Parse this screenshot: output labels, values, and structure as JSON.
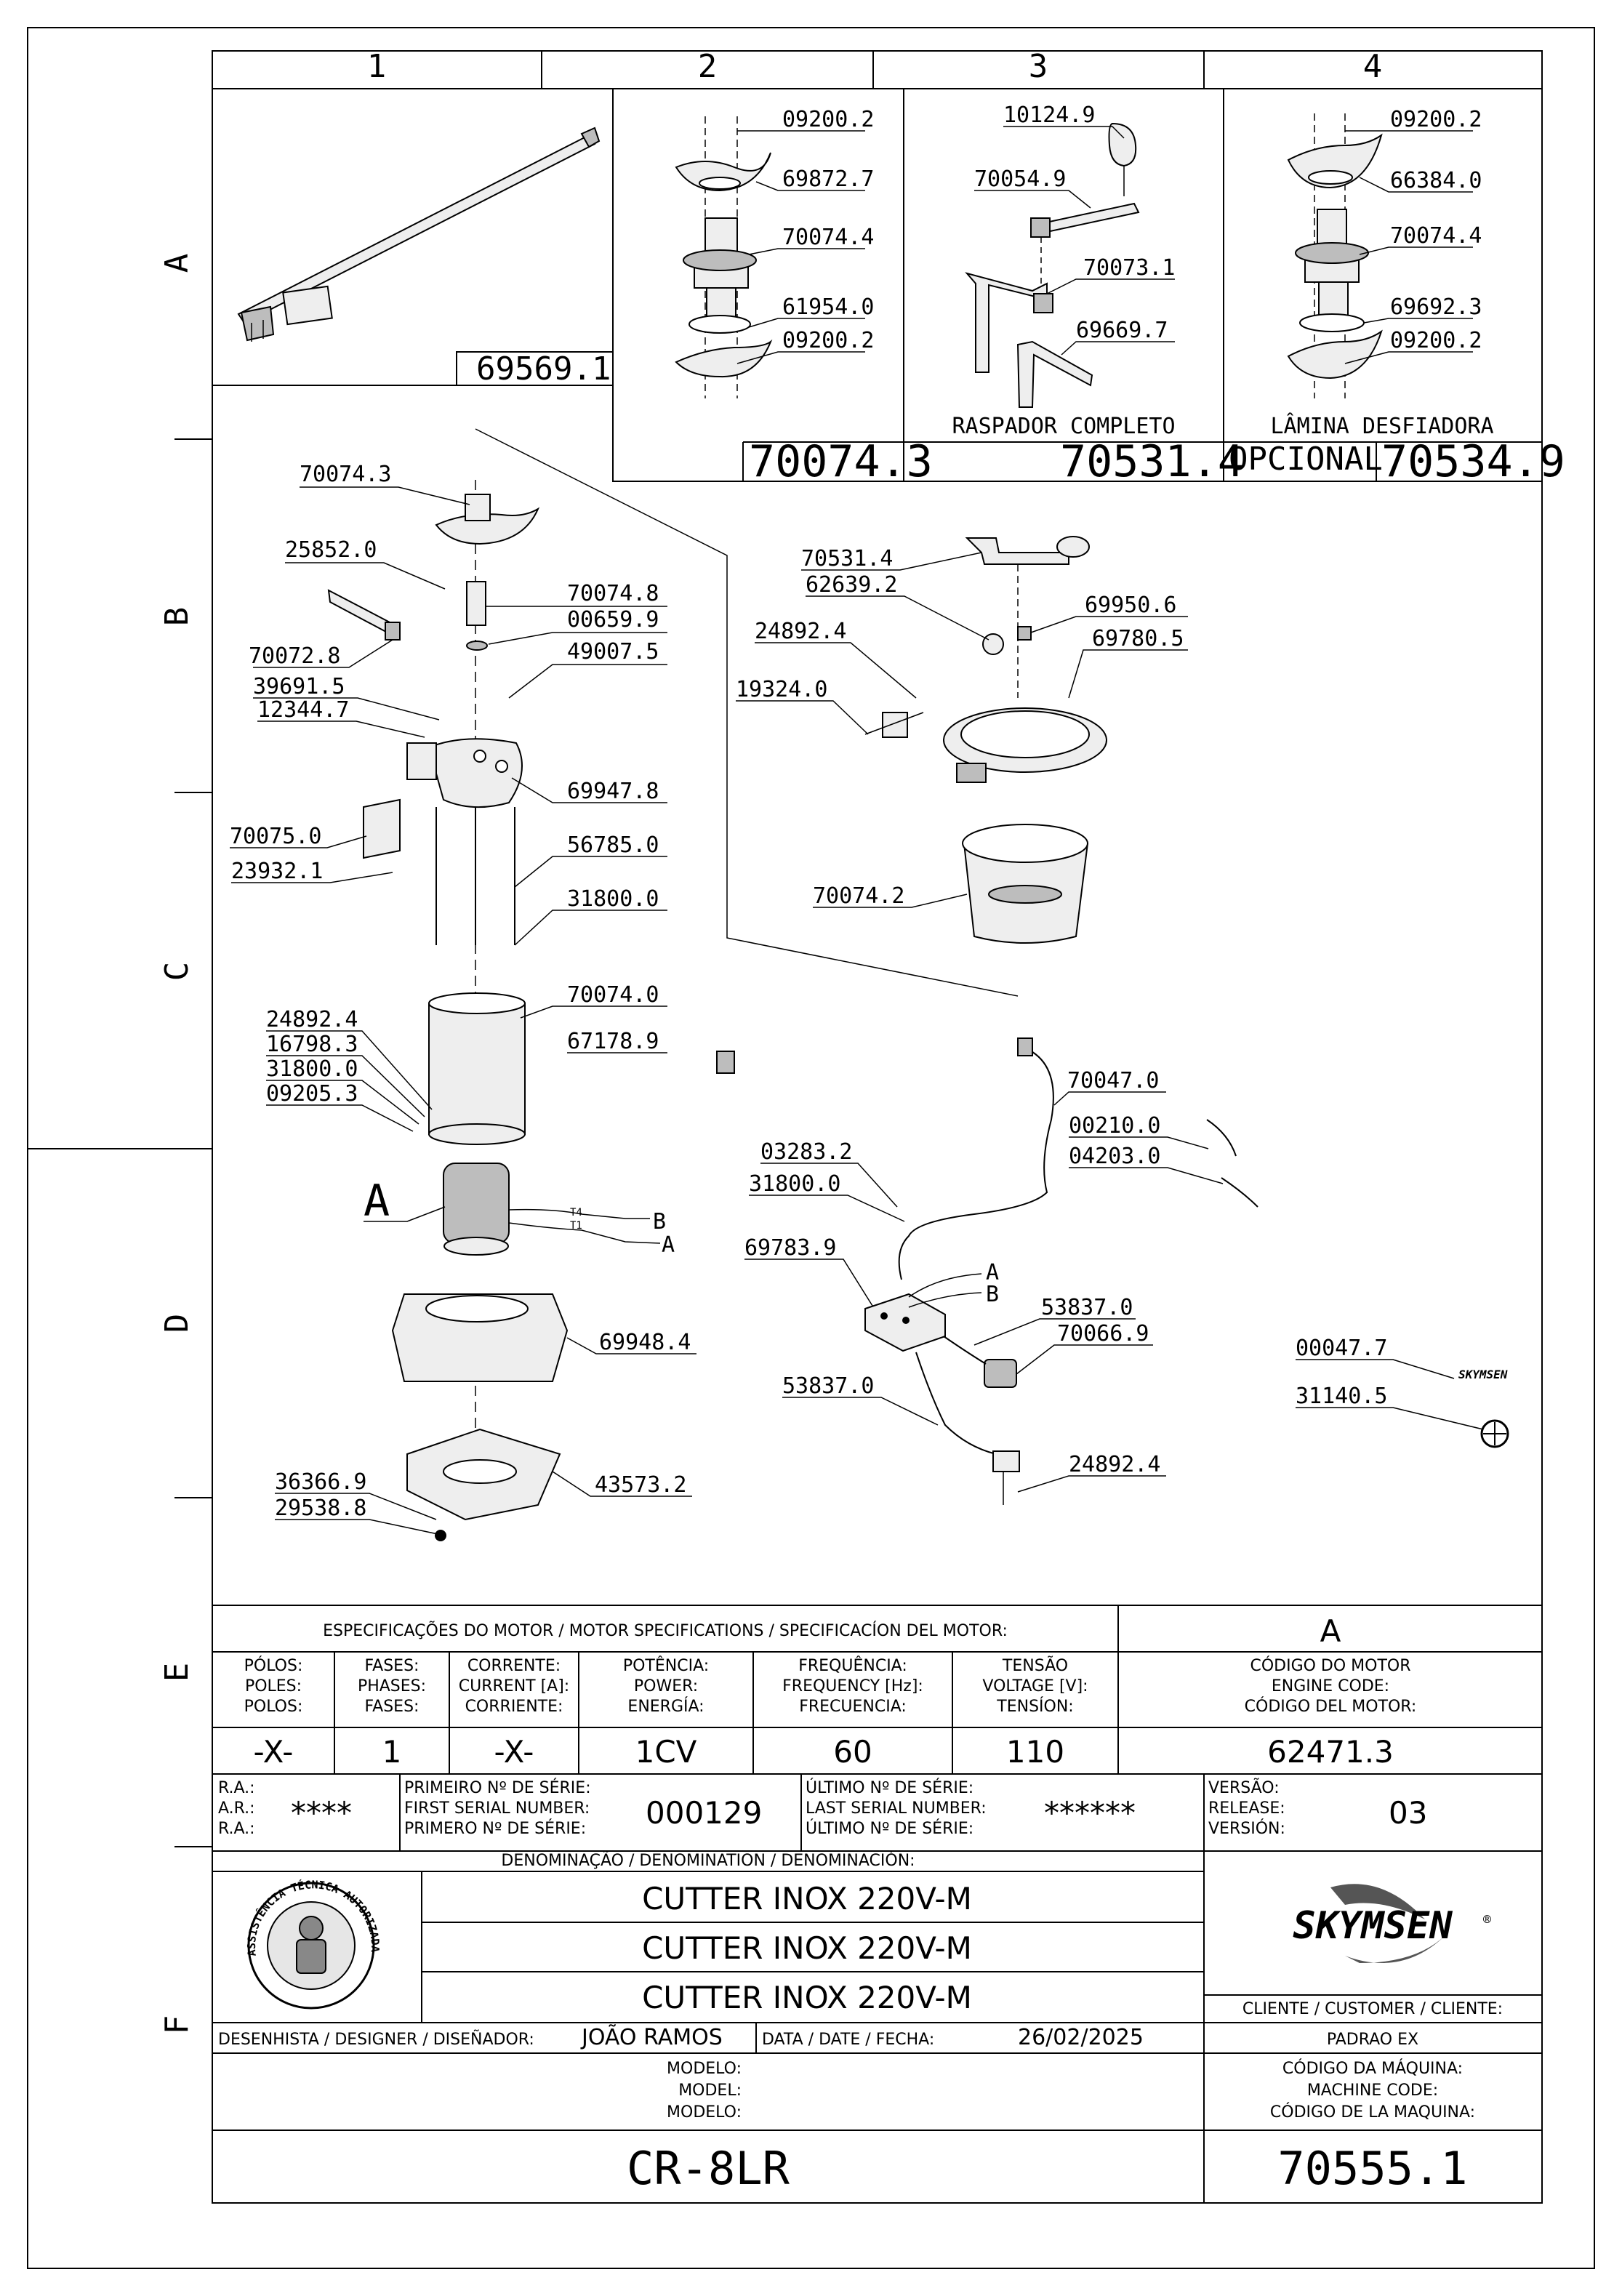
{
  "grid": {
    "columns": [
      "1",
      "2",
      "3",
      "4"
    ],
    "rows": [
      "A",
      "B",
      "C",
      "D",
      "E",
      "F"
    ]
  },
  "top_panels": {
    "panel1_code": "69569.1",
    "panel2_code": "70074.3",
    "panel3_caption": "RASPADOR COMPLETO",
    "panel3_code": "70531.4",
    "panel4_caption": "LÂMINA DESFIADORA",
    "panel4_optional": "OPCIONAL",
    "panel4_code": "70534.9"
  },
  "panel2_labels": [
    "09200.2",
    "69872.7",
    "70074.4",
    "61954.0",
    "09200.2"
  ],
  "panel3_labels": [
    "10124.9",
    "70054.9",
    "70073.1",
    "69669.7"
  ],
  "panel4_labels": [
    "09200.2",
    "66384.0",
    "70074.4",
    "69692.3",
    "09200.2"
  ],
  "main_labels": {
    "l_70074_3": "70074.3",
    "l_25852_0": "25852.0",
    "l_70074_8": "70074.8",
    "l_00659_9": "00659.9",
    "l_49007_5": "49007.5",
    "l_70072_8": "70072.8",
    "l_39691_5": "39691.5",
    "l_12344_7": "12344.7",
    "l_69947_8": "69947.8",
    "l_70075_0": "70075.0",
    "l_23932_1": "23932.1",
    "l_56785_0": "56785.0",
    "l_31800_0a": "31800.0",
    "l_70074_0": "70074.0",
    "l_24892_4a": "24892.4",
    "l_67178_9": "67178.9",
    "l_16798_3": "16798.3",
    "l_31800_0b": "31800.0",
    "l_09205_3": "09205.3",
    "l_A_motor": "A",
    "l_T4": "T4",
    "l_T1": "T1",
    "l_B_wire": "B",
    "l_A_wire": "A",
    "l_69948_4": "69948.4",
    "l_36366_9": "36366.9",
    "l_29538_8": "29538.8",
    "l_43573_2": "43573.2",
    "l_70531_4": "70531.4",
    "l_62639_2": "62639.2",
    "l_69950_6": "69950.6",
    "l_24892_4b": "24892.4",
    "l_69780_5": "69780.5",
    "l_19324_0": "19324.0",
    "l_70074_2": "70074.2",
    "l_70047_0": "70047.0",
    "l_00210_0": "00210.0",
    "l_04203_0": "04203.0",
    "l_03283_2": "03283.2",
    "l_31800_0c": "31800.0",
    "l_69783_9": "69783.9",
    "l_A_sw": "A",
    "l_B_sw": "B",
    "l_53837_0a": "53837.0",
    "l_70066_9": "70066.9",
    "l_53837_0b": "53837.0",
    "l_24892_4c": "24892.4",
    "l_00047_7": "00047.7",
    "l_31140_5": "31140.5",
    "l_skymsen_small": "SKYMSEN"
  },
  "motor_spec": {
    "heading": "ESPECIFICAÇÕES DO MOTOR / MOTOR SPECIFICATIONS / SPECIFICACÍON DEL MOTOR:",
    "ref": "A",
    "columns": [
      {
        "label": [
          "PÓLOS:",
          "POLES:",
          "POLOS:"
        ],
        "value": "-X-"
      },
      {
        "label": [
          "FASES:",
          "PHASES:",
          "FASES:"
        ],
        "value": "1"
      },
      {
        "label": [
          "CORRENTE:",
          "CURRENT [A]:",
          "CORRIENTE:"
        ],
        "value": "-X-"
      },
      {
        "label": [
          "POTÊNCIA:",
          "POWER:",
          "ENERGÍA:"
        ],
        "value": "1CV"
      },
      {
        "label": [
          "FREQUÊNCIA:",
          "FREQUENCY [Hz]:",
          "FRECUENCIA:"
        ],
        "value": "60"
      },
      {
        "label": [
          "TENSÃO",
          "VOLTAGE [V]:",
          "TENSÍON:"
        ],
        "value": "110"
      },
      {
        "label": [
          "CÓDIGO DO MOTOR",
          "ENGINE CODE:",
          "CÓDIGO DEL MOTOR:"
        ],
        "value": "62471.3"
      }
    ]
  },
  "serial": {
    "ra_labels": [
      "R.A.:",
      "A.R.:",
      "R.A.:"
    ],
    "ra_value": "****",
    "first_labels": [
      "PRIMEIRO Nº DE SÉRIE:",
      "FIRST SERIAL NUMBER:",
      "PRIMERO Nº DE SÉRIE:"
    ],
    "first_value": "000129",
    "last_labels": [
      "ÚLTIMO Nº DE SÉRIE:",
      "LAST SERIAL NUMBER:",
      "ÚLTIMO Nº DE SÉRIE:"
    ],
    "last_value": "******",
    "version_labels": [
      "VERSÃO:",
      "RELEASE:",
      "VERSIÓN:"
    ],
    "version_value": "03"
  },
  "title_block": {
    "denomination_label": "DENOMINAÇÃO / DENOMINATION / DENOMINACIÓN:",
    "names": [
      "CUTTER INOX 220V-M",
      "CUTTER INOX 220V-M",
      "CUTTER INOX 220V-M"
    ],
    "logo_text": "ASSISTÊNCIA TÉCNICA AUTORIZADA",
    "brand": "SKYMSEN",
    "brand_mark": "®",
    "client_label": "CLIENTE / CUSTOMER / CLIENTE:",
    "client_value": "PADRAO EX",
    "designer_label": "DESENHISTA / DESIGNER / DISEÑADOR:",
    "designer_value": "JOÃO RAMOS",
    "date_label": "DATA / DATE / FECHA:",
    "date_value": "26/02/2025",
    "model_labels": [
      "MODELO:",
      "MODEL:",
      "MODELO:"
    ],
    "machine_code_labels": [
      "CÓDIGO DA MÁQUINA:",
      "MACHINE CODE:",
      "CÓDIGO DE LA MAQUINA:"
    ],
    "model_value": "CR-8LR",
    "machine_code_value": "70555.1"
  }
}
